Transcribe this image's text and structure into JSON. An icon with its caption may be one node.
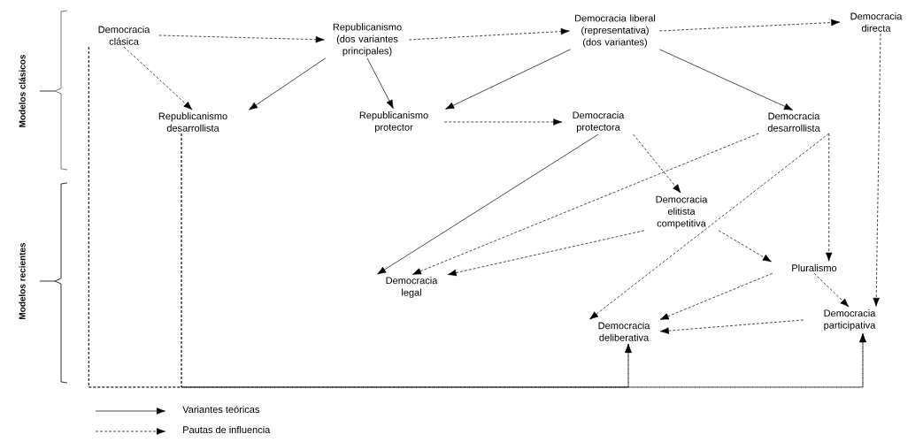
{
  "diagram": {
    "nodes": [
      {
        "text": [
          "Democracia clásica"
        ]
      },
      {
        "text": [
          "Republicanismo (dos variantes principales)"
        ]
      },
      {
        "text": [
          "Democracia liberal (representativa) (dos variantes)"
        ]
      },
      {
        "text": [
          "Democracia directa"
        ]
      },
      {
        "text": [
          "Republicanismo desarrollista"
        ]
      },
      {
        "text": [
          "Republicanismo protector"
        ]
      },
      {
        "text": [
          "Democracia protectora"
        ]
      },
      {
        "text": [
          "Democracia desarrollista"
        ]
      },
      {
        "text": [
          "Democracia elitista competitiva"
        ]
      },
      {
        "text": [
          "Pluralismo"
        ]
      },
      {
        "text": [
          "Democracia legal"
        ]
      },
      {
        "text": [
          "Democracia deliberativa"
        ]
      },
      {
        "text": [
          "Democracia participativa"
        ]
      }
    ],
    "edges": [
      {
        "from": 0,
        "to": 1,
        "arrow": "to",
        "style": "dashed"
      },
      {
        "from": 1,
        "to": 2,
        "arrow": "to",
        "style": "dashed"
      },
      {
        "from": 2,
        "to": 3,
        "arrow": "to",
        "style": "dashed"
      },
      {
        "from": 0,
        "to": 4,
        "arrow": "to",
        "style": "dashed"
      },
      {
        "from": 1,
        "to": 4,
        "arrow": "to"
      },
      {
        "from": 1,
        "to": 5,
        "arrow": "to"
      },
      {
        "from": 2,
        "to": 5,
        "arrow": "to"
      },
      {
        "from": 2,
        "to": 7,
        "arrow": "to"
      },
      {
        "from": 5,
        "to": 6,
        "arrow": "to",
        "style": "dashed"
      },
      {
        "from": 6,
        "to": 10,
        "arrow": "to"
      },
      {
        "from": 7,
        "to": 10,
        "arrow": "to",
        "style": "dashed"
      },
      {
        "from": 6,
        "to": 8,
        "arrow": "to",
        "style": "dashed"
      },
      {
        "from": 8,
        "to": 10,
        "arrow": "to",
        "style": "dashed"
      },
      {
        "from": 8,
        "to": 9,
        "arrow": "to",
        "style": "dashed"
      },
      {
        "from": 7,
        "to": 9,
        "arrow": "to",
        "style": "dashed"
      },
      {
        "from": 3,
        "to": 12,
        "arrow": "to",
        "style": "dashed"
      },
      {
        "from": 7,
        "to": 11,
        "arrow": "to",
        "style": "dashed"
      },
      {
        "from": 9,
        "to": 11,
        "arrow": "to",
        "style": "dashed"
      },
      {
        "from": 9,
        "to": 12,
        "arrow": "to",
        "style": "dashed"
      },
      {
        "from": 12,
        "to": 11,
        "arrow": "to",
        "style": "dashed"
      },
      {
        "from": 0,
        "to": 11,
        "arrow": "to",
        "style": "dashed"
      },
      {
        "from": 0,
        "to": 12,
        "arrow": "to",
        "style": "dashed"
      },
      {
        "from": 4,
        "to": 11,
        "arrow": "to",
        "style": "dashed"
      },
      {
        "from": 4,
        "to": 12,
        "arrow": "to",
        "style": "dashed"
      }
    ],
    "labels": [
      "Modelos clásicos",
      "Modelos recientes"
    ],
    "legend": [
      {
        "text": "Variantes teóricas"
      },
      {
        "text": "Pautas de influencia"
      }
    ]
  }
}
